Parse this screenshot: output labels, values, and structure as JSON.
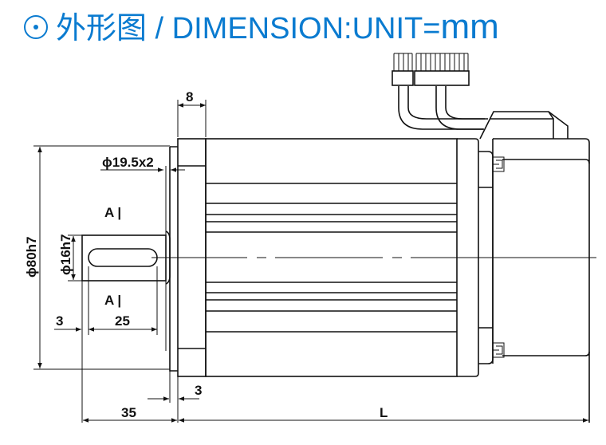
{
  "header": {
    "title": "外形图 / DIMENSION:UNIT=",
    "unit": "mm",
    "accent_color": "#0a7bd0"
  },
  "drawing": {
    "dims": {
      "flange_thickness": "8",
      "spigot": "ϕ19.5x2",
      "section_a_top": "A |",
      "section_a_bottom": "A |",
      "shaft_diameter": "ϕ16h7",
      "pilot_diameter": "ϕ80h7",
      "shaft_offset": "3",
      "key_length": "25",
      "spigot_depth": "3",
      "shaft_length": "35",
      "body_length": "L"
    }
  }
}
